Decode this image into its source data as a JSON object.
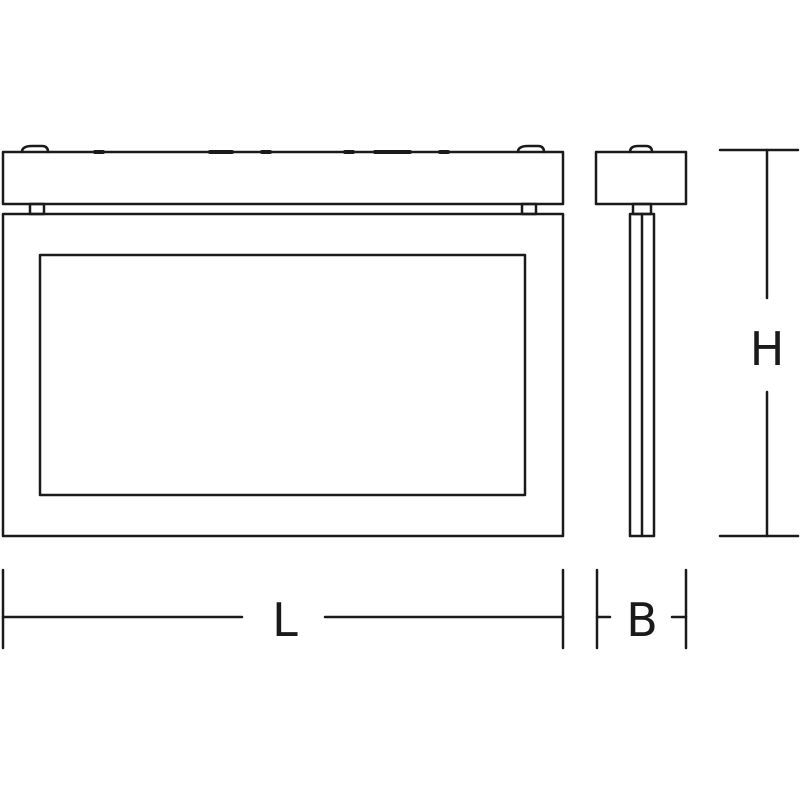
{
  "dimensions": {
    "length_label": "L",
    "depth_label": "B",
    "height_label": "H"
  },
  "colors": {
    "line": "#1a1a1a",
    "background": "#ffffff"
  }
}
